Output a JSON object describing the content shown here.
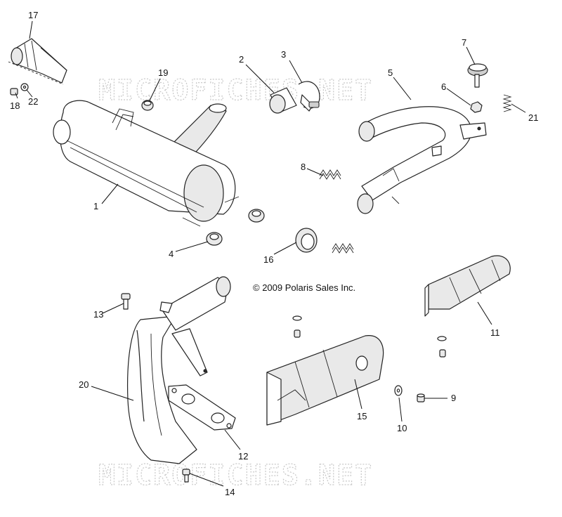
{
  "watermark": {
    "top": "MICROFICHES.NET",
    "bottom": "MICROFICHES.NET"
  },
  "copyright": "© 2009 Polaris Sales Inc.",
  "callouts": [
    {
      "id": "c17",
      "label": "17"
    },
    {
      "id": "c18",
      "label": "18"
    },
    {
      "id": "c22",
      "label": "22"
    },
    {
      "id": "c19",
      "label": "19"
    },
    {
      "id": "c1",
      "label": "1"
    },
    {
      "id": "c2",
      "label": "2"
    },
    {
      "id": "c3",
      "label": "3"
    },
    {
      "id": "c4",
      "label": "4"
    },
    {
      "id": "c5",
      "label": "5"
    },
    {
      "id": "c6",
      "label": "6"
    },
    {
      "id": "c7",
      "label": "7"
    },
    {
      "id": "c21",
      "label": "21"
    },
    {
      "id": "c8",
      "label": "8"
    },
    {
      "id": "c16",
      "label": "16"
    },
    {
      "id": "c13",
      "label": "13"
    },
    {
      "id": "c11",
      "label": "11"
    },
    {
      "id": "c20",
      "label": "20"
    },
    {
      "id": "c15",
      "label": "15"
    },
    {
      "id": "c9",
      "label": "9"
    },
    {
      "id": "c10",
      "label": "10"
    },
    {
      "id": "c12",
      "label": "12"
    },
    {
      "id": "c14",
      "label": "14"
    }
  ]
}
